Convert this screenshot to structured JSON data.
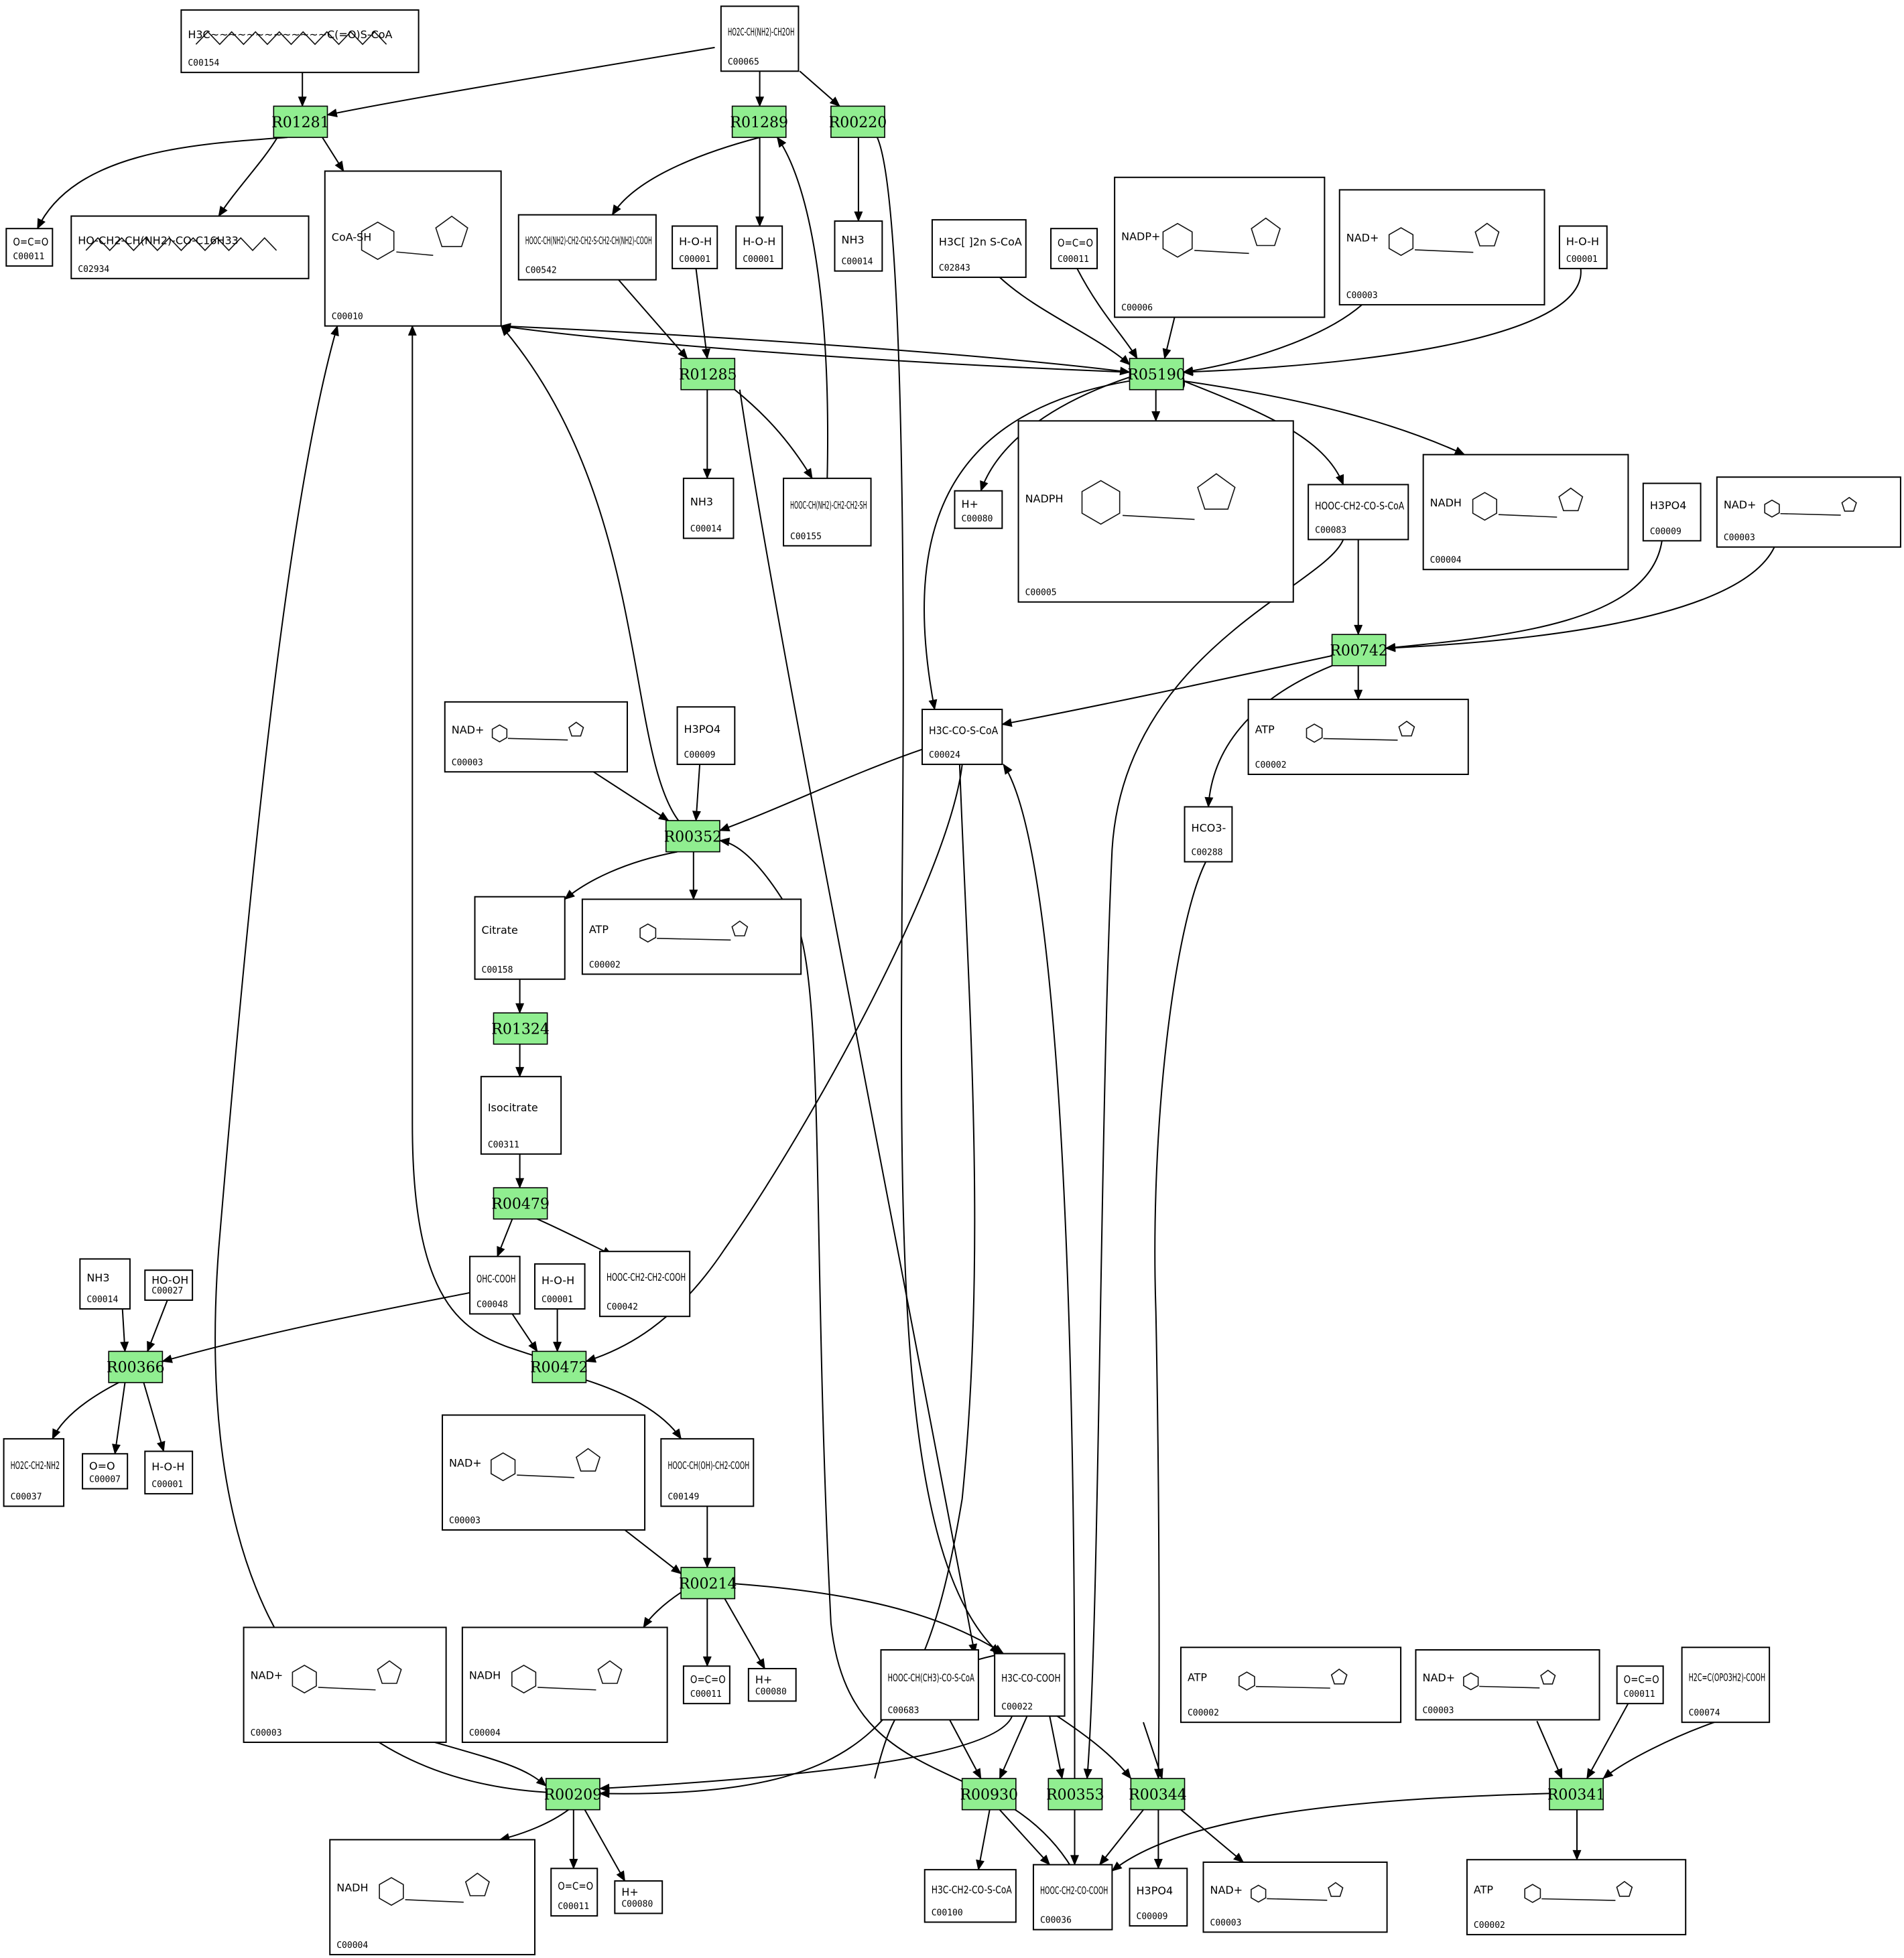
{
  "compounds": [
    {
      "id": "C00154",
      "formula": "H3C~~~~~~~~~~~~~C(=O)S-CoA"
    },
    {
      "id": "C00065",
      "formula": "HO2C-CH(NH2)-CH2OH"
    },
    {
      "id": "C00011",
      "formula": "O=C=O"
    },
    {
      "id": "C02934",
      "formula": "HO-CH2-CH(NH2)-CO-C16H33"
    },
    {
      "id": "C00010",
      "formula": "CoA-SH"
    },
    {
      "id": "C00542",
      "formula": "HOOC-CH(NH2)-CH2-CH2-S-CH2-CH(NH2)-COOH"
    },
    {
      "id": "C00001",
      "formula": "H-O-H"
    },
    {
      "id": "C00014",
      "formula": "NH3"
    },
    {
      "id": "C02843",
      "formula": "H3C[ ]2n S-CoA"
    },
    {
      "id": "C00006",
      "formula": "NADP+"
    },
    {
      "id": "C00003",
      "formula": "NAD+"
    },
    {
      "id": "C00080",
      "formula": "H+"
    },
    {
      "id": "C00155",
      "formula": "HOOC-CH(NH2)-CH2-CH2-SH"
    },
    {
      "id": "C00005",
      "formula": "NADPH"
    },
    {
      "id": "C00083",
      "formula": "HOOC-CH2-CO-S-CoA"
    },
    {
      "id": "C00004",
      "formula": "NADH"
    },
    {
      "id": "C00009",
      "formula": "H3PO4"
    },
    {
      "id": "C00002",
      "formula": "ATP"
    },
    {
      "id": "C00024",
      "formula": "H3C-CO-S-CoA"
    },
    {
      "id": "C00288",
      "formula": "HCO3-"
    },
    {
      "id": "C00158",
      "formula": "Citrate"
    },
    {
      "id": "C00311",
      "formula": "Isocitrate"
    },
    {
      "id": "C00048",
      "formula": "OHC-COOH"
    },
    {
      "id": "C00042",
      "formula": "HOOC-CH2-CH2-COOH"
    },
    {
      "id": "C00027",
      "formula": "HO-OH"
    },
    {
      "id": "C00037",
      "formula": "HO2C-CH2-NH2"
    },
    {
      "id": "C00007",
      "formula": "O=O"
    },
    {
      "id": "C00149",
      "formula": "HOOC-CH(OH)-CH2-COOH"
    },
    {
      "id": "C00022",
      "formula": "H3C-CO-COOH"
    },
    {
      "id": "C00683",
      "formula": "HOOC-CH(CH3)-CO-S-CoA"
    },
    {
      "id": "C00074",
      "formula": "H2C=C(OPO3H2)-COOH"
    },
    {
      "id": "C00100",
      "formula": "H3C-CH2-CO-S-CoA"
    },
    {
      "id": "C00036",
      "formula": "HOOC-CH2-CO-COOH"
    }
  ],
  "reactions": [
    "R01281",
    "R01289",
    "R00220",
    "R01285",
    "R05190",
    "R00742",
    "R00352",
    "R01324",
    "R00479",
    "R00366",
    "R00472",
    "R00214",
    "R00209",
    "R00930",
    "R00353",
    "R00344",
    "R00341"
  ],
  "colors": {
    "reaction_fill": "#90ee90",
    "border": "#000000",
    "background": "#ffffff"
  }
}
